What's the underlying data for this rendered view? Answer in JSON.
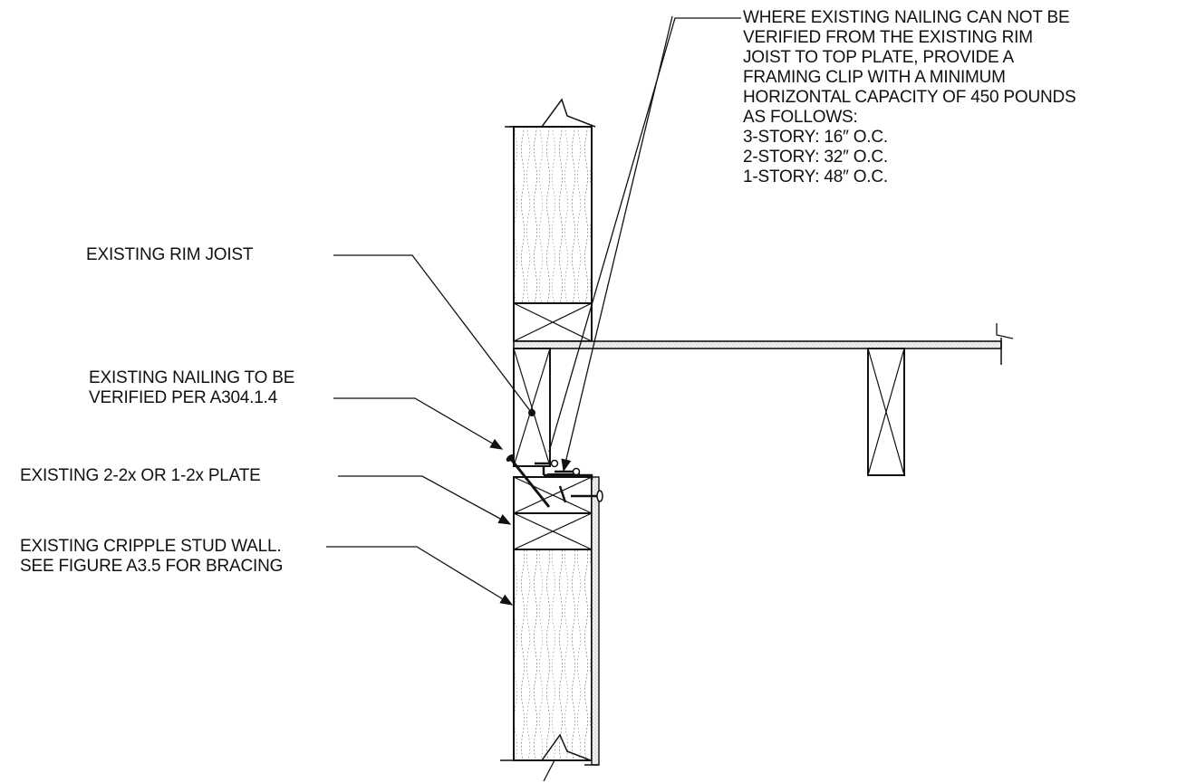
{
  "callouts": {
    "framing_clip": {
      "lines": [
        "WHERE EXISTING NAILING CAN NOT BE",
        "VERIFIED FROM THE EXISTING RIM",
        "JOIST TO TOP PLATE, PROVIDE A",
        "FRAMING CLIP WITH A MINIMUM",
        "HORIZONTAL CAPACITY OF 450 POUNDS",
        "AS FOLLOWS:",
        "3-STORY: 16″ O.C.",
        "2-STORY: 32″ O.C.",
        "1-STORY: 48″ O.C."
      ]
    },
    "rim_joist": {
      "label": "EXISTING RIM JOIST"
    },
    "nailing": {
      "lines": [
        "EXISTING NAILING TO BE",
        "VERIFIED PER A304.1.4"
      ]
    },
    "plate": {
      "label": "EXISTING 2-2x OR 1-2x PLATE"
    },
    "cripple_wall": {
      "lines": [
        "EXISTING CRIPPLE STUD WALL.",
        "SEE FIGURE A3.5 FOR BRACING"
      ]
    }
  },
  "colors": {
    "ink": "#111111",
    "paper": "#ffffff",
    "wood_grain": "#555555"
  }
}
